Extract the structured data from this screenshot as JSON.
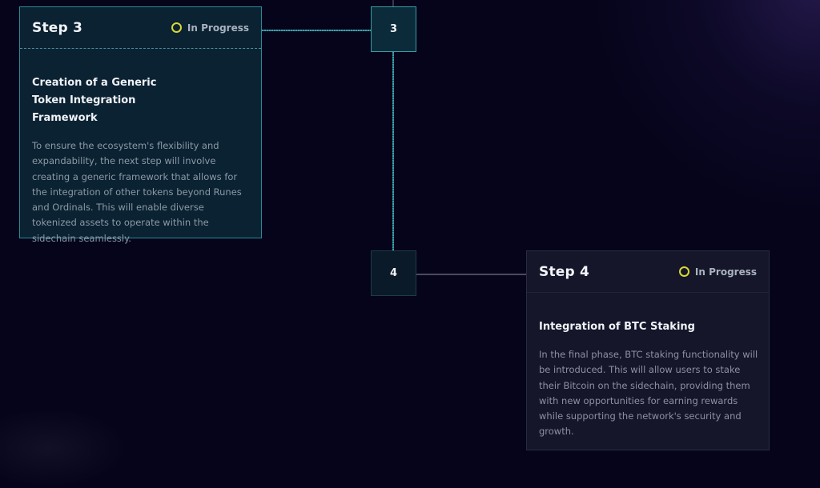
{
  "colors": {
    "background": "#05041a",
    "active_accent": "#2b8a95",
    "active_card_bg": "#0b2233",
    "pending_card_bg": "#15162a",
    "status_ring": "#d8d834"
  },
  "roadmap": {
    "steps": [
      {
        "number": "3",
        "title": "Step 3",
        "status": "In Progress",
        "status_icon": "ring-icon",
        "heading": "Creation of a Generic Token Integration Framework",
        "description": "To ensure the ecosystem's flexibility and expandability, the next step will involve creating a generic framework that allows for the integration of other tokens beyond Runes and Ordinals. This will enable diverse tokenized assets to operate within the sidechain seamlessly."
      },
      {
        "number": "4",
        "title": "Step 4",
        "status": "In Progress",
        "status_icon": "ring-icon",
        "heading": "Integration of BTC Staking",
        "description": "In the final phase, BTC staking functionality will be introduced. This will allow users to stake their Bitcoin on the sidechain, providing them with new opportunities for earning rewards while supporting the network's security and growth."
      }
    ]
  }
}
